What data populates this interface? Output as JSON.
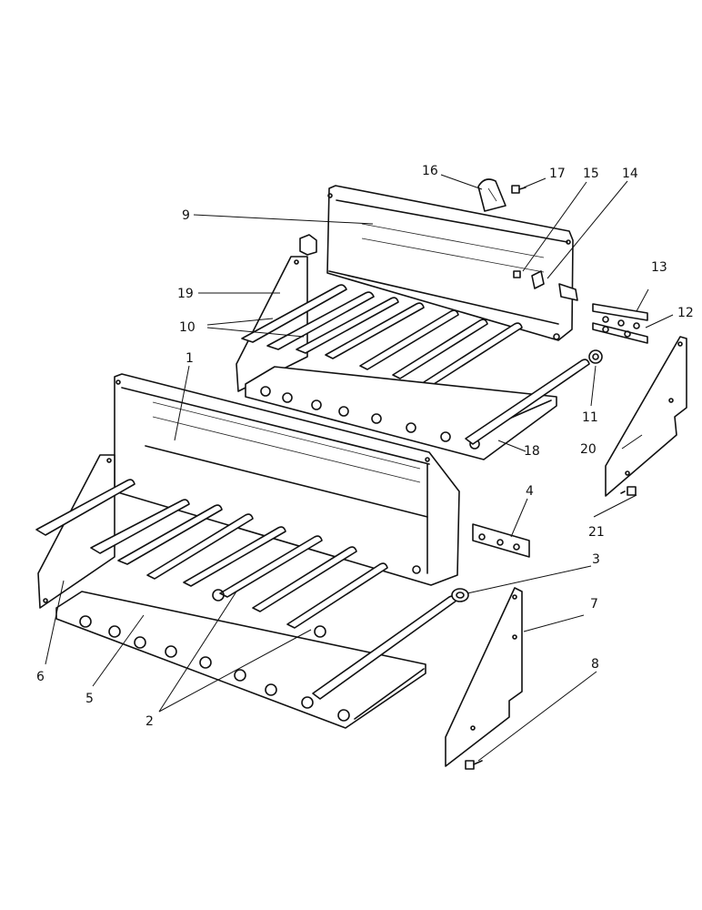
{
  "diagram": {
    "callouts": [
      {
        "id": "c1",
        "text": "1"
      },
      {
        "id": "c2",
        "text": "2"
      },
      {
        "id": "c3",
        "text": "3"
      },
      {
        "id": "c4",
        "text": "4"
      },
      {
        "id": "c5",
        "text": "5"
      },
      {
        "id": "c6",
        "text": "6"
      },
      {
        "id": "c7",
        "text": "7"
      },
      {
        "id": "c8",
        "text": "8"
      },
      {
        "id": "c9",
        "text": "9"
      },
      {
        "id": "c10",
        "text": "10"
      },
      {
        "id": "c11",
        "text": "11"
      },
      {
        "id": "c12",
        "text": "12"
      },
      {
        "id": "c13",
        "text": "13"
      },
      {
        "id": "c14",
        "text": "14"
      },
      {
        "id": "c15",
        "text": "15"
      },
      {
        "id": "c16",
        "text": "16"
      },
      {
        "id": "c17",
        "text": "17"
      },
      {
        "id": "c18",
        "text": "18"
      },
      {
        "id": "c19",
        "text": "19"
      },
      {
        "id": "c20",
        "text": "20"
      },
      {
        "id": "c21",
        "text": "21"
      }
    ]
  }
}
